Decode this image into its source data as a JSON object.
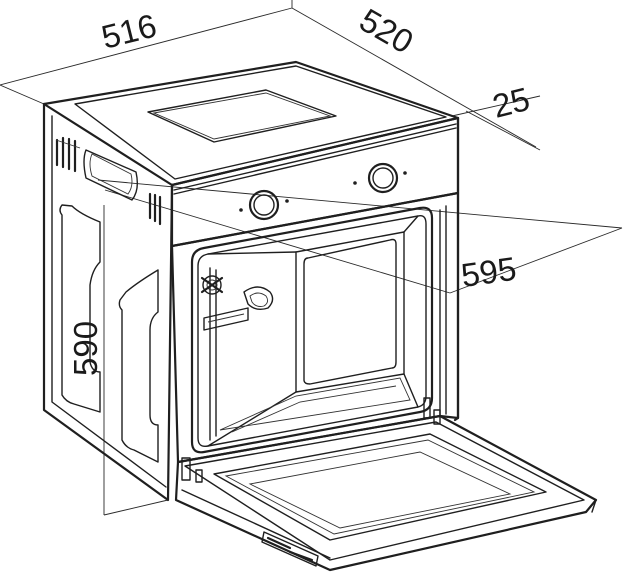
{
  "dimensions": {
    "width": "516",
    "depth": "520",
    "door_offset": "25",
    "front_width": "595",
    "height": "590"
  },
  "colors": {
    "line": "#1f1f1f",
    "background": "#ffffff"
  }
}
